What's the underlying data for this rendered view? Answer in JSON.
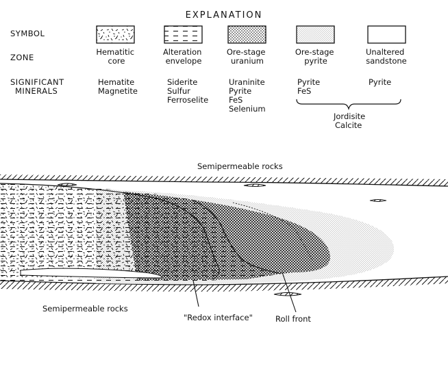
{
  "explanation": {
    "title": "EXPLANATION",
    "row_labels": {
      "symbol": "SYMBOL",
      "zone": "ZONE",
      "minerals": [
        "SIGNIFICANT",
        "MINERALS"
      ]
    },
    "zones": [
      {
        "zone": [
          "Hematitic",
          "core"
        ],
        "minerals": [
          "Hematite",
          "Magnetite"
        ],
        "pattern": "hematitic-core"
      },
      {
        "zone": [
          "Alteration",
          "envelope"
        ],
        "minerals": [
          "Siderite",
          "Sulfur",
          "Ferroselite"
        ],
        "pattern": "alteration-envelope"
      },
      {
        "zone": [
          "Ore-stage",
          "uranium"
        ],
        "minerals": [
          "Uraninite",
          "Pyrite",
          "FeS",
          "Selenium"
        ],
        "pattern": "ore-stage-uranium"
      },
      {
        "zone": [
          "Ore-stage",
          "pyrite"
        ],
        "minerals": [
          "Pyrite",
          "FeS"
        ],
        "pattern": "ore-stage-pyrite"
      },
      {
        "zone": [
          "Unaltered",
          "sandstone"
        ],
        "minerals": [
          "Pyrite"
        ],
        "pattern": "unaltered-sandstone"
      }
    ],
    "shared_minerals": [
      "Jordisite",
      "Calcite"
    ]
  },
  "section": {
    "top_label": "Semipermeable rocks",
    "bottom_label": "Semipermeable rocks",
    "redox_label": "\"Redox interface\"",
    "roll_front_label": "Roll front"
  },
  "colors": {
    "ink": "#111111",
    "paper": "#ffffff",
    "pyrite_stipple": "#8a8a8a"
  }
}
